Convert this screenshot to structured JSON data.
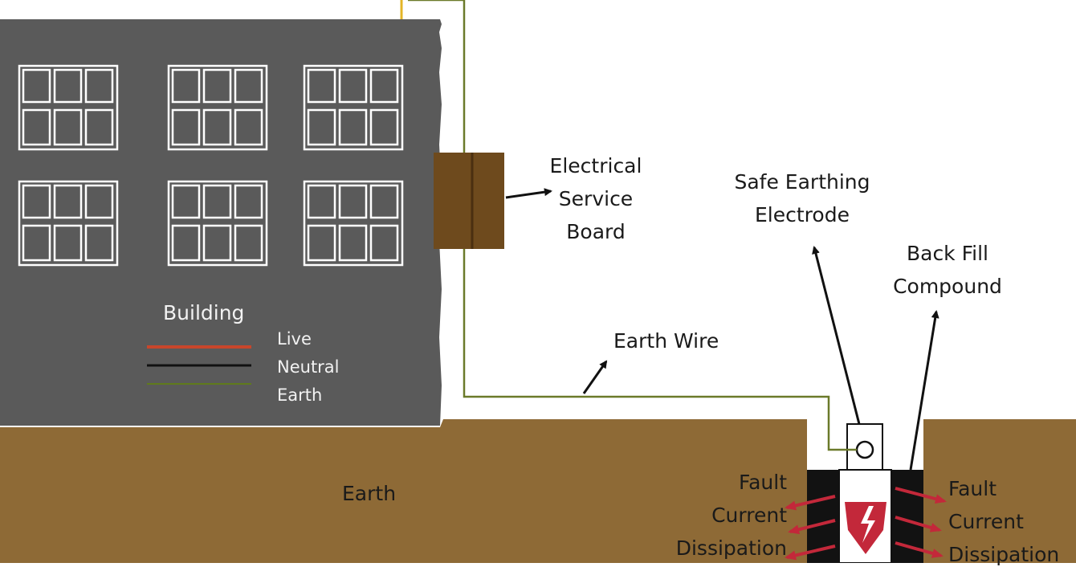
{
  "building": {
    "title": "Building",
    "legend": [
      {
        "label": "Live",
        "color": "#c8462b"
      },
      {
        "label": "Neutral",
        "color": "#111111"
      },
      {
        "label": "Earth",
        "color": "#5f7a1c"
      }
    ]
  },
  "labels": {
    "service_board": [
      "Electrical",
      "Service",
      "Board"
    ],
    "safe_electrode": [
      "Safe Earthing",
      "Electrode"
    ],
    "back_fill": [
      "Back Fill",
      "Compound"
    ],
    "earth_wire": "Earth Wire",
    "earth_ground": "Earth",
    "fault_left": [
      "Fault",
      "Current",
      "Dissipation"
    ],
    "fault_right": [
      "Fault",
      "Current",
      "Dissipation"
    ]
  },
  "colors": {
    "building": "#5a5a5a",
    "ground": "#8e6a36",
    "board": "#6e4a1d",
    "earth_wire": "#6b7a2a",
    "backfill": "#121212",
    "fault_arrow": "#c3283a"
  }
}
